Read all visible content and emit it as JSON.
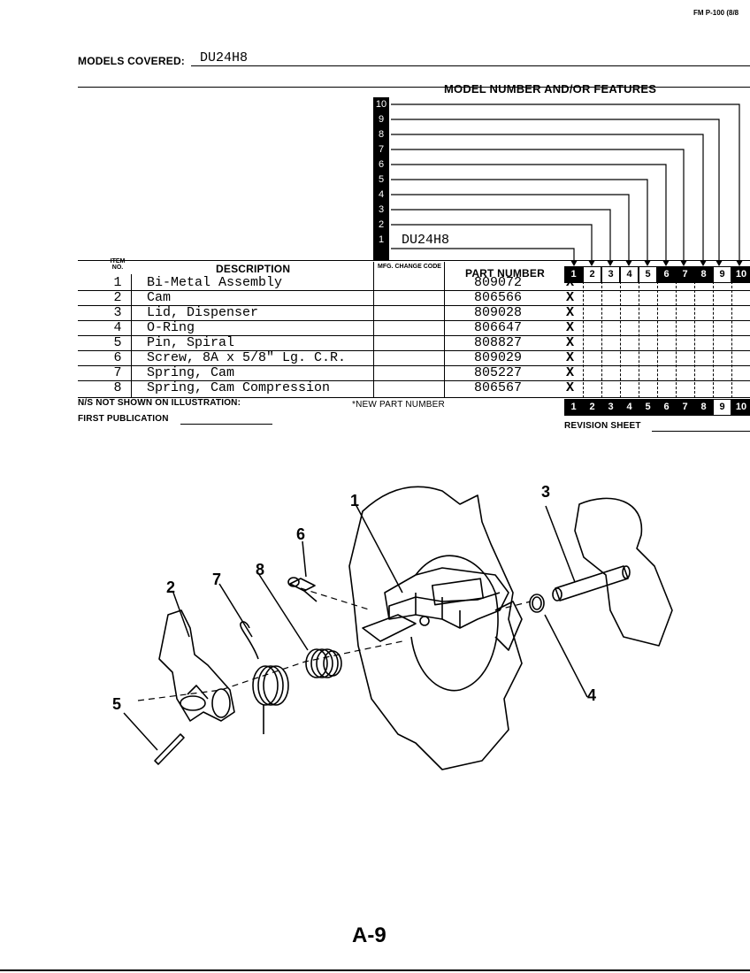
{
  "form_code": "FM P-100 (8/8",
  "models_covered_label": "MODELS COVERED:",
  "models_covered_value": "DU24H8",
  "features_title": "MODEL NUMBER AND/OR FEATURES",
  "model_rows": [
    "10",
    "9",
    "8",
    "7",
    "6",
    "5",
    "4",
    "3",
    "2",
    "1"
  ],
  "model_1_name": "DU24H8",
  "headers": {
    "item_no": "ITEM NO.",
    "description": "DESCRIPTION",
    "mfg_change_code": "MFG. CHANGE CODE",
    "part_number": "PART NUMBER"
  },
  "columns": [
    "1",
    "2",
    "3",
    "4",
    "5",
    "6",
    "7",
    "8",
    "9",
    "10"
  ],
  "parts": [
    {
      "item": "1",
      "description": "Bi-Metal Assembly",
      "part_number": "809072",
      "x": "X"
    },
    {
      "item": "2",
      "description": "Cam",
      "part_number": "806566",
      "x": "X"
    },
    {
      "item": "3",
      "description": "Lid, Dispenser",
      "part_number": "809028",
      "x": "X"
    },
    {
      "item": "4",
      "description": "O-Ring",
      "part_number": "806647",
      "x": "X"
    },
    {
      "item": "5",
      "description": "Pin, Spiral",
      "part_number": "808827",
      "x": "X"
    },
    {
      "item": "6",
      "description": "Screw, 8A x 5/8\" Lg. C.R.",
      "part_number": "809029",
      "x": "X"
    },
    {
      "item": "7",
      "description": "Spring, Cam",
      "part_number": "805227",
      "x": "X"
    },
    {
      "item": "8",
      "description": "Spring, Cam Compression",
      "part_number": "806567",
      "x": "X"
    }
  ],
  "ns_note": "N/S NOT SHOWN ON ILLUSTRATION:",
  "new_part_note": "*NEW PART NUMBER",
  "first_publication_label": "FIRST PUBLICATION",
  "revision_sheet_label": "REVISION SHEET",
  "callouts": [
    "1",
    "2",
    "3",
    "4",
    "5",
    "6",
    "7",
    "8"
  ],
  "page_number": "A-9"
}
